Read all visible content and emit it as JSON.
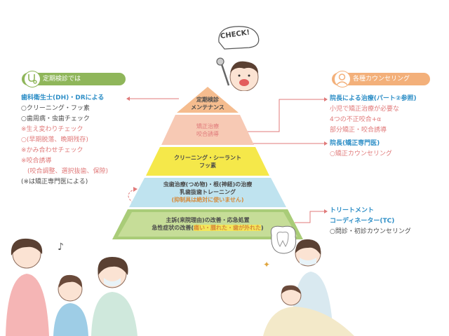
{
  "check_label": "CHECK!",
  "left_panel": {
    "badge": "定期検診では",
    "items": [
      {
        "text": "歯科衛生士(DH)・DRによる",
        "style": "blue"
      },
      {
        "text": "○クリーニング・フッ素",
        "style": "dark"
      },
      {
        "text": "○歯周病・虫歯チェック",
        "style": "dark"
      },
      {
        "text": "※生え変わりチェック",
        "style": "pink"
      },
      {
        "text": "○(早期脱落、晩期残存)",
        "style": "pink"
      },
      {
        "text": "※かみ合わせチェック",
        "style": "pink"
      },
      {
        "text": "※咬合誘導",
        "style": "pink"
      },
      {
        "text": "　(咬合調整、選択抜歯、保隙)",
        "style": "pink"
      },
      {
        "text": "(※は矯正専門医による)",
        "style": "dark"
      }
    ]
  },
  "right_panel": {
    "badge": "各種カウンセリング",
    "group1": [
      {
        "text": "院長による治療(パート②参照)",
        "style": "blue"
      },
      {
        "text": "小児で矯正治療が必要な",
        "style": "pink"
      },
      {
        "text": "4つの不正咬合+α",
        "style": "pink"
      },
      {
        "text": "部分矯正・咬合誘導",
        "style": "pink"
      }
    ],
    "group2": [
      {
        "text": "院長(矯正専門医)",
        "style": "blue"
      },
      {
        "text": "○矯正カウンセリング",
        "style": "pink"
      }
    ],
    "group3": [
      {
        "text": "トリートメント",
        "style": "blue"
      },
      {
        "text": "コーディネーター(TC)",
        "style": "blue"
      },
      {
        "text": "○問診・初診カウンセリング",
        "style": "dark"
      }
    ]
  },
  "pyramid": {
    "tier1": {
      "line1": "定期検診",
      "line2": "メンテナンス"
    },
    "tier2": {
      "line1": "矯正治療",
      "line2": "咬合誘導"
    },
    "tier3": {
      "line1": "クリーニング・シーラント",
      "line2": "フッ素"
    },
    "tier4": {
      "line1": "虫歯治療(つめ物)・根(神経)の治療",
      "line2": "乳歯抜歯トレーニング",
      "line3": "(抑制具は絶対に使いません)"
    },
    "tier5": {
      "line1": "主訴(来院理由)の改善・応急処置",
      "line2a": "急性症状の改善(",
      "line2b": "痛い・腫れた・歯が外れた",
      "line2c": ")"
    }
  },
  "colors": {
    "green": "#8fb65a",
    "blue": "#2f8fc7",
    "pink": "#e07a7a",
    "orange": "#f3b07a",
    "peach": "#f7c9b4",
    "yellow": "#f5e84a",
    "lightblue": "#bfe3ef",
    "tiergreen": "#a9cc78"
  }
}
